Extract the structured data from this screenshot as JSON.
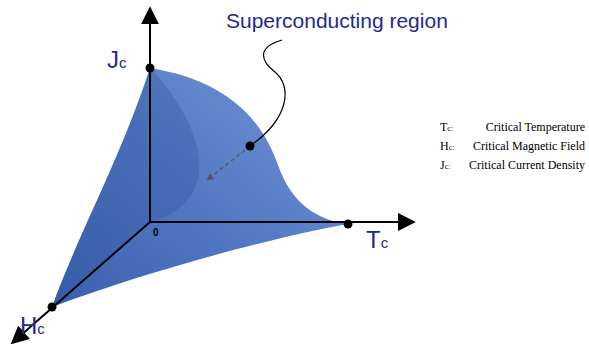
{
  "diagram": {
    "labels": [
      "Superconducting region",
      "Jc",
      "Tc",
      "Hc",
      "0",
      "Tc:",
      "Critical Temperature",
      "Hc:",
      "Critical Magnetic Field",
      "Jc:",
      "Critical Current Density"
    ]
  }
}
